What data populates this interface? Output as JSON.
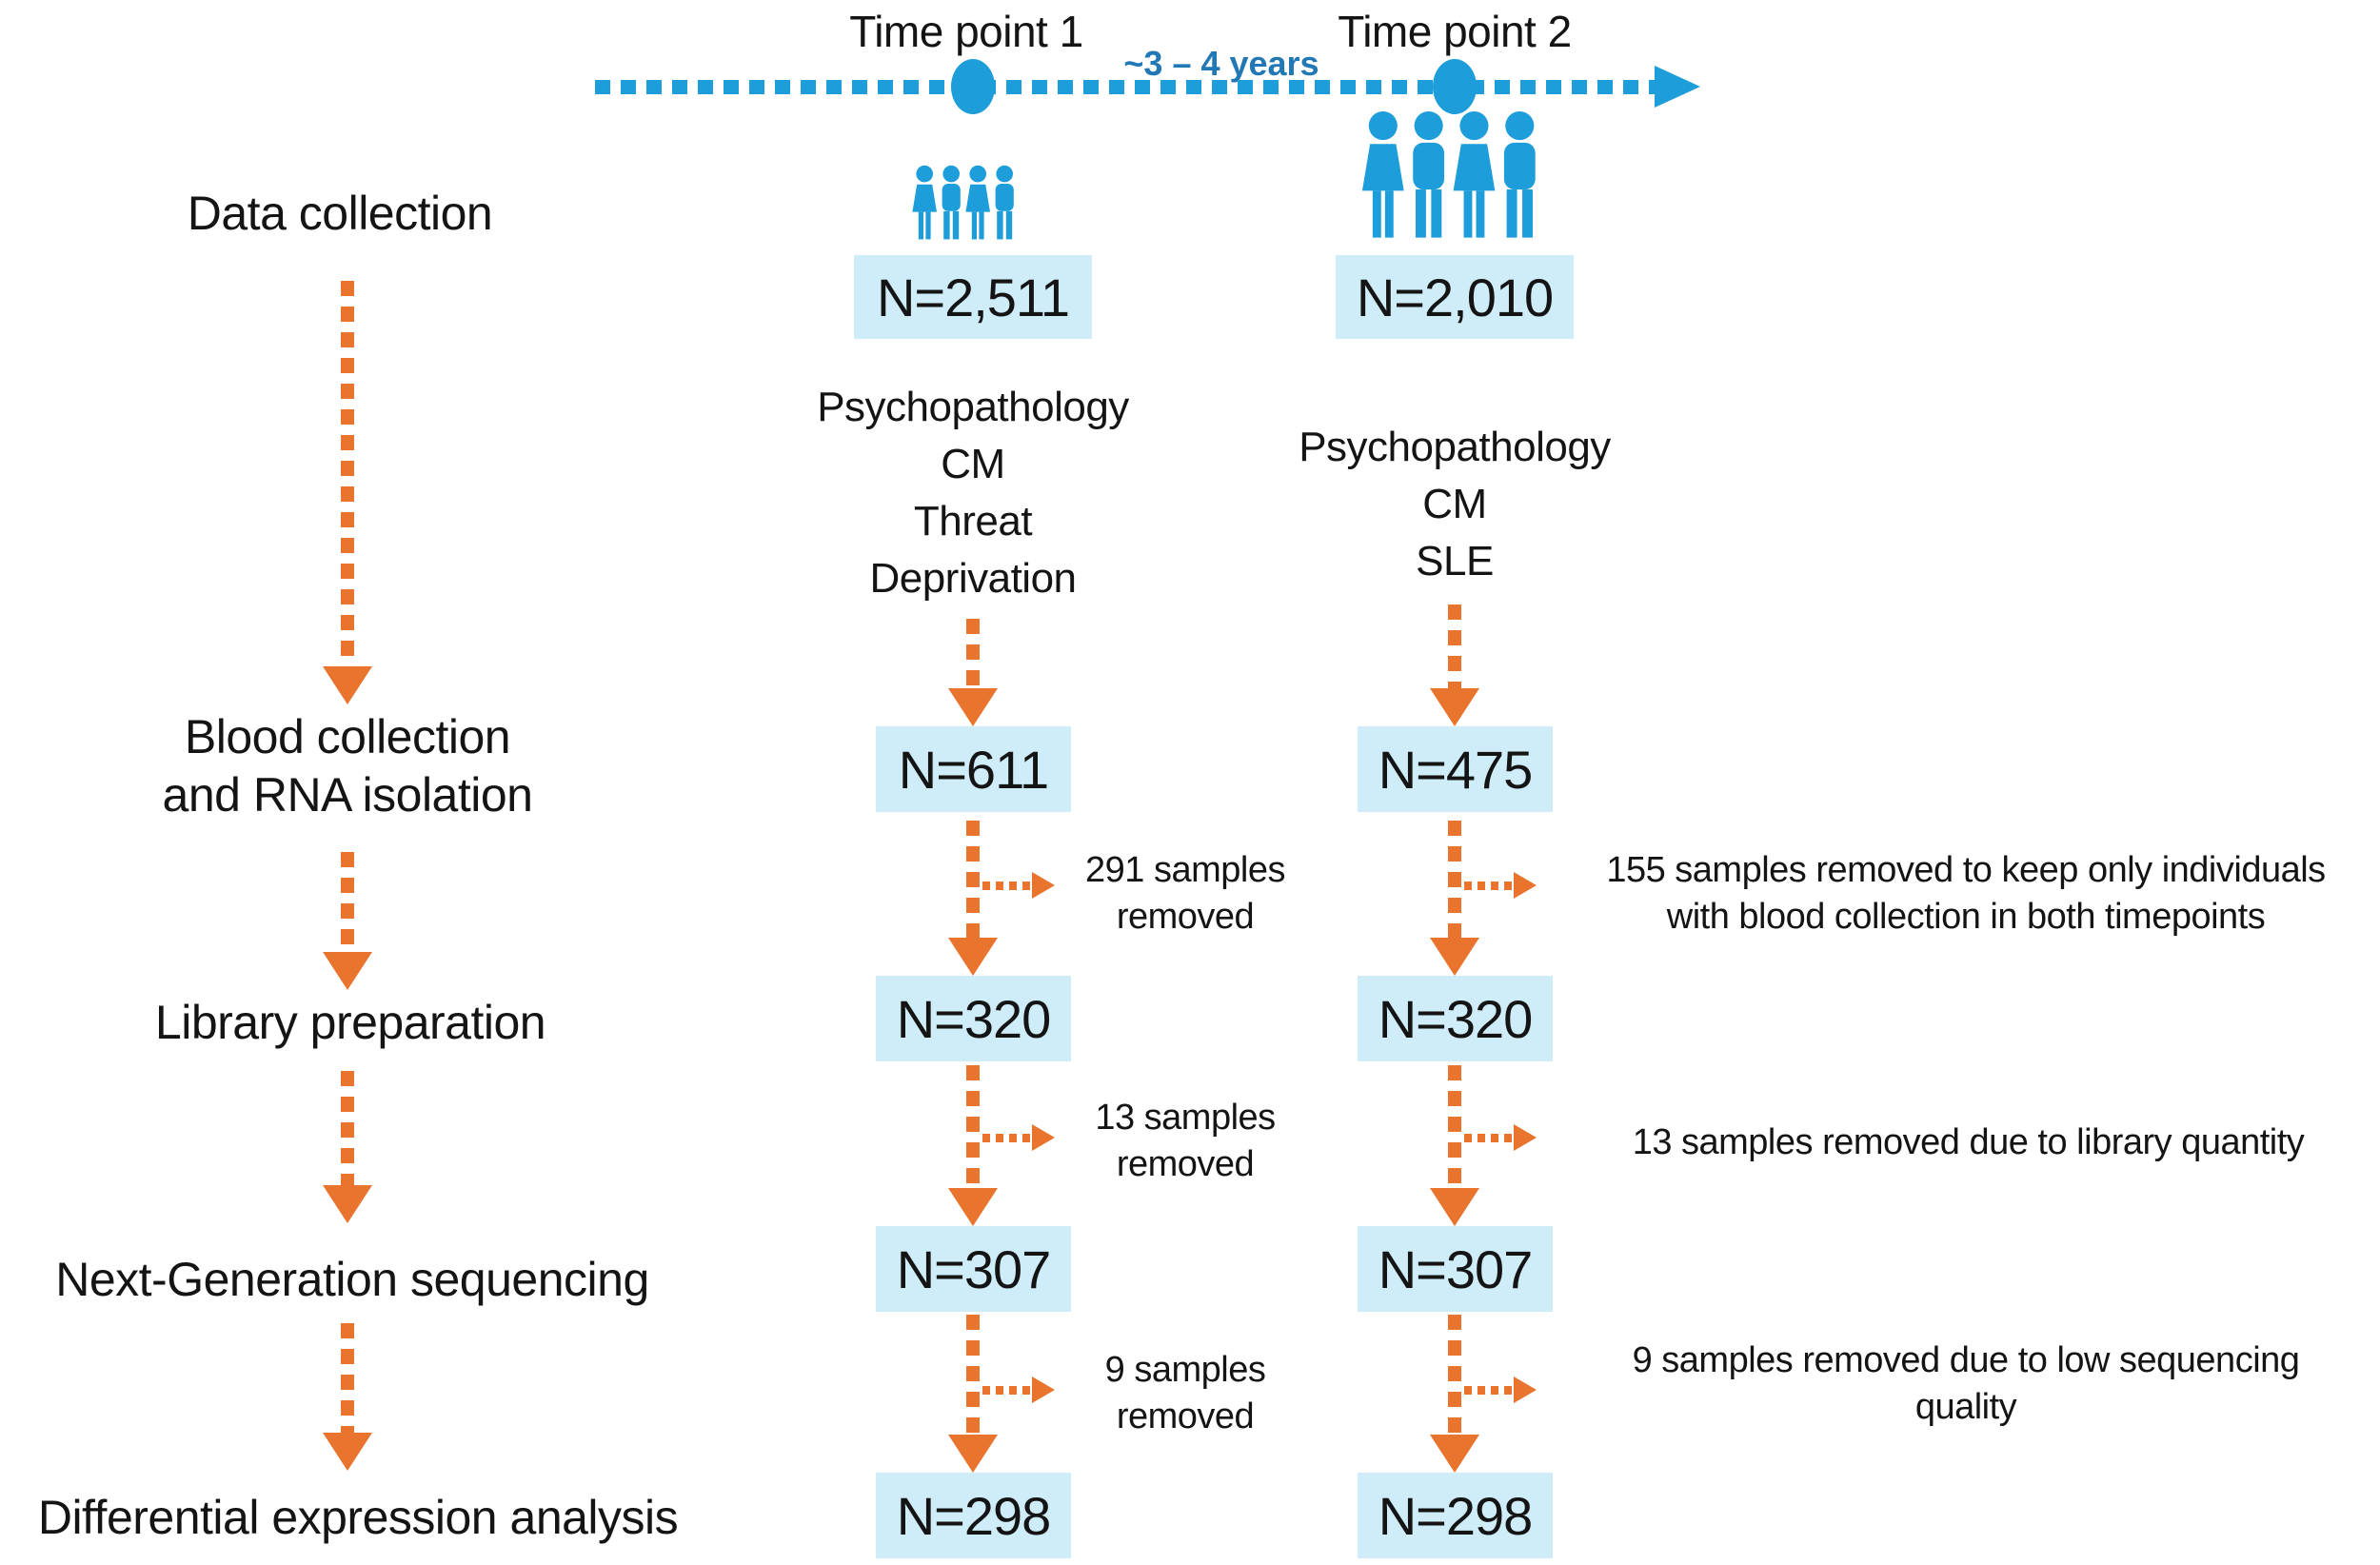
{
  "timeline": {
    "tp1_label": "Time point 1",
    "tp2_label": "Time point 2",
    "interval_label": "~3 – 4 years"
  },
  "stages": {
    "data_collection": "Data collection",
    "blood_collection": "Blood collection\nand RNA isolation",
    "library_preparation": "Library preparation",
    "sequencing": "Next-Generation sequencing",
    "differential": "Differential expression analysis"
  },
  "tp1": {
    "n_initial": "N=2,511",
    "measures": "Psychopathology\nCM\nThreat\nDeprivation",
    "n_blood": "N=611",
    "n_library": "N=320",
    "n_sequencing": "N=307",
    "n_final": "N=298",
    "removal_blood": "291 samples\nremoved",
    "removal_library": "13 samples\nremoved",
    "removal_sequencing": "9 samples\nremoved"
  },
  "tp2": {
    "n_initial": "N=2,010",
    "measures": "Psychopathology\nCM\nSLE",
    "n_blood": "N=475",
    "n_library": "N=320",
    "n_sequencing": "N=307",
    "n_final": "N=298",
    "removal_blood": "155 samples removed to keep only individuals\nwith blood collection in both timepoints",
    "removal_library": "13 samples removed due to library quantity",
    "removal_sequencing": "9 samples removed due to low sequencing\nquality"
  },
  "icons": {
    "tp1_group": "people-group-small-icon",
    "tp2_group": "people-group-large-icon",
    "timeline_arrow": "timeline-arrowhead-icon",
    "flow_arrow": "dashed-down-arrow-icon",
    "branch_arrow": "dotted-right-arrow-icon"
  },
  "colors": {
    "flow_orange": "#E8742E",
    "timeline_blue": "#1D9DD9",
    "box_fill": "#CFECF9",
    "interval_text_blue": "#2278B5"
  }
}
